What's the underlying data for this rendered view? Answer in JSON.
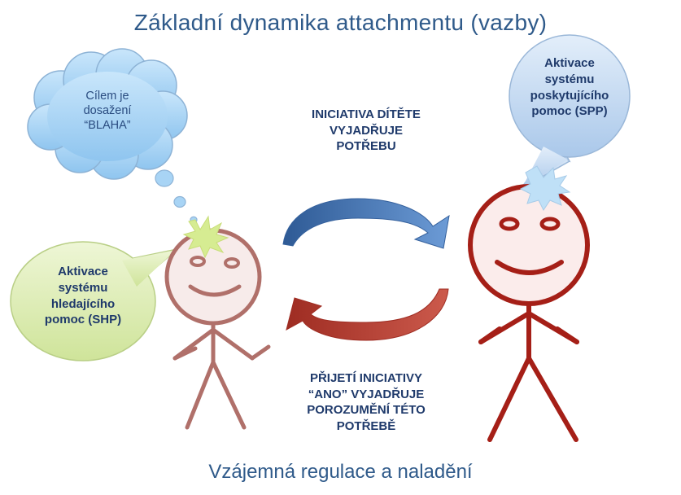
{
  "title": "Základní dynamika attachmentu (vazby)",
  "footer": "Vzájemná regulace a naladění",
  "thought_cloud": {
    "lines": [
      "Cílem je",
      "dosažení",
      "“BLAHA”"
    ]
  },
  "top_caption": {
    "lines": [
      "INICIATIVA DÍTĚTE",
      "VYJADŘUJE",
      "POTŘEBU"
    ]
  },
  "bottom_caption": {
    "lines": [
      "PŘIJETÍ INICIATIVY",
      "“ANO” VYJADŘUJE",
      "POROZUMĚNÍ TÉTO",
      "POTŘEBĚ"
    ]
  },
  "left_bubble": {
    "lines": [
      "Aktivace",
      "systému",
      "hledajícího",
      "pomoc (SHP)"
    ]
  },
  "right_bubble": {
    "lines": [
      "Aktivace",
      "systému",
      "poskytujícího",
      "pomoc (SPP)"
    ]
  },
  "colors": {
    "title": "#2f5a8a",
    "child_figure": "#b0706a",
    "adult_figure": "#a51f17",
    "blue_arrow": "#3f6fb0",
    "red_arrow": "#b43a30",
    "cloud_fill": "#a8d4f5",
    "green_bubble": "#dcedb4",
    "blue_bubble": "#c9ddf3",
    "burst_green": "#d6ec92",
    "burst_blue": "#bfe0f7"
  }
}
